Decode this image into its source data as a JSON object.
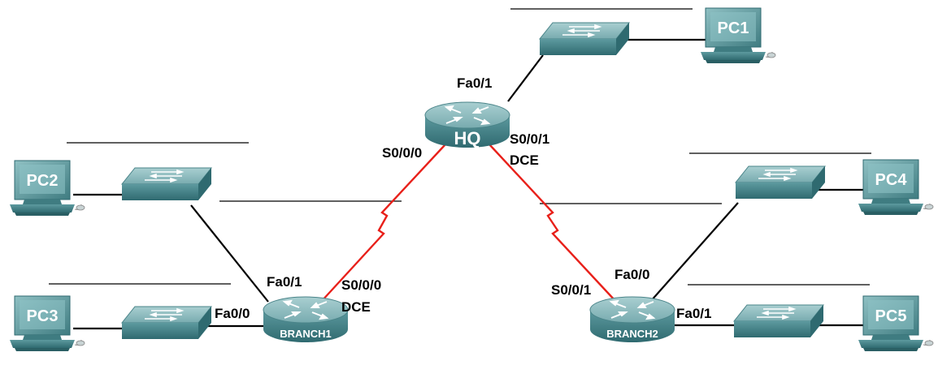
{
  "routers": {
    "hq": {
      "name": "HQ"
    },
    "branch1": {
      "name": "BRANCH1"
    },
    "branch2": {
      "name": "BRANCH2"
    }
  },
  "pcs": {
    "pc1": "PC1",
    "pc2": "PC2",
    "pc3": "PC3",
    "pc4": "PC4",
    "pc5": "PC5"
  },
  "interfaces": {
    "hq_fa01": "Fa0/1",
    "hq_s000": "S0/0/0",
    "hq_s001": "S0/0/1",
    "hq_s001_dce": "DCE",
    "b1_fa01": "Fa0/1",
    "b1_fa00": "Fa0/0",
    "b1_s000": "S0/0/0",
    "b1_s000_dce": "DCE",
    "b2_s001": "S0/0/1",
    "b2_fa00": "Fa0/0",
    "b2_fa01": "Fa0/1"
  },
  "colors": {
    "serial_link": "#e8201a",
    "ethernet_link": "#000000",
    "device_teal": "#4f8f94"
  }
}
